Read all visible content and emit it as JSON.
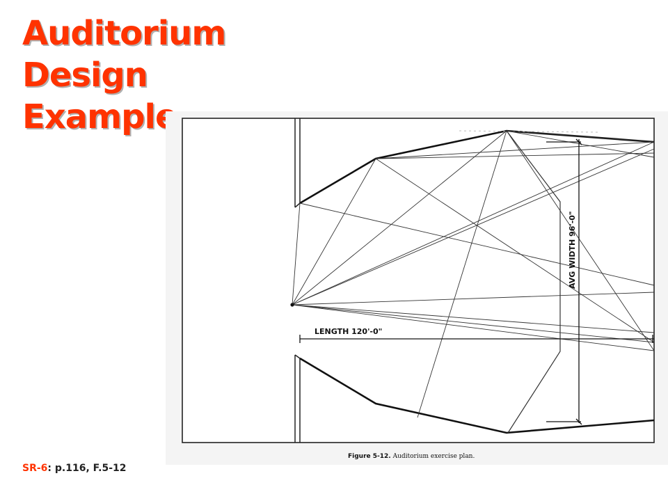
{
  "title": {
    "lines": [
      "Auditorium",
      "Design",
      "Example"
    ]
  },
  "figure": {
    "length_label": "LENGTH 120'-0\"",
    "width_label": "AVG WIDTH 96'-0\"",
    "caption_number": "Figure 5-12.",
    "caption_text": "Auditorium exercise plan."
  },
  "source": {
    "ref": "SR-6",
    "detail": ": p.116, F.5-12"
  },
  "colors": {
    "title": "#ff3300",
    "ref": "#ff3300",
    "line": "#111111"
  }
}
